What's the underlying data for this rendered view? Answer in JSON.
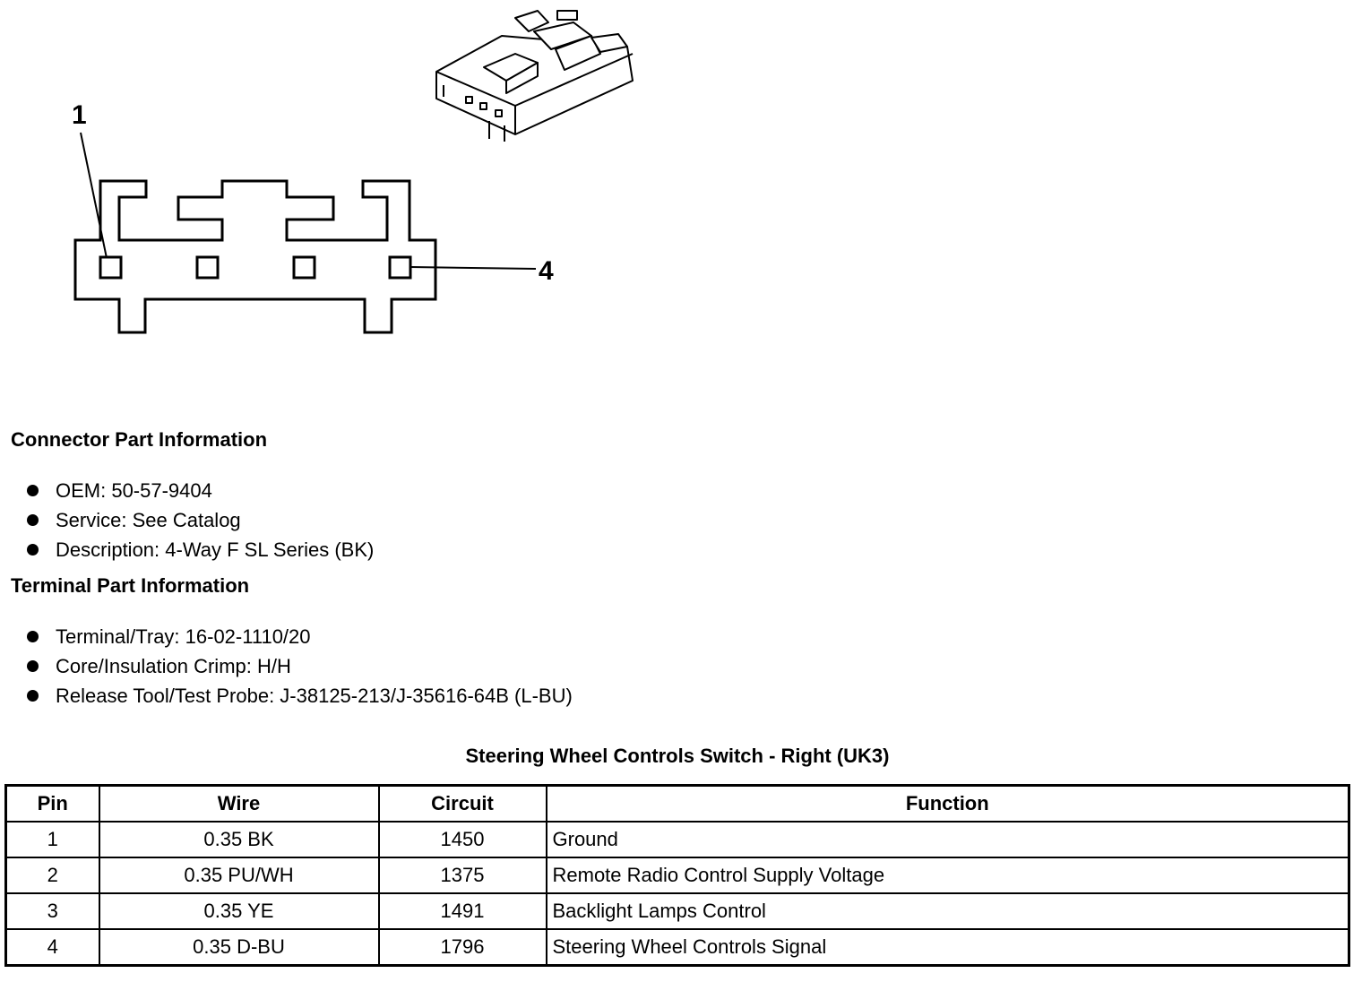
{
  "diagram": {
    "pin_labels": [
      "1",
      "4"
    ]
  },
  "connector_section": {
    "title": "Connector Part Information",
    "items": [
      "OEM: 50-57-9404",
      "Service: See Catalog",
      "Description: 4-Way F SL Series (BK)"
    ]
  },
  "terminal_section": {
    "title": "Terminal Part Information",
    "items": [
      "Terminal/Tray: 16-02-1110/20",
      "Core/Insulation Crimp: H/H",
      "Release Tool/Test Probe: J-38125-213/J-35616-64B (L-BU)"
    ]
  },
  "table": {
    "title": "Steering Wheel Controls Switch - Right (UK3)",
    "headers": [
      "Pin",
      "Wire",
      "Circuit",
      "Function"
    ],
    "rows": [
      [
        "1",
        "0.35 BK",
        "1450",
        "Ground"
      ],
      [
        "2",
        "0.35 PU/WH",
        "1375",
        "Remote Radio Control Supply Voltage"
      ],
      [
        "3",
        "0.35 YE",
        "1491",
        "Backlight Lamps Control"
      ],
      [
        "4",
        "0.35 D-BU",
        "1796",
        "Steering Wheel Controls Signal"
      ]
    ]
  }
}
